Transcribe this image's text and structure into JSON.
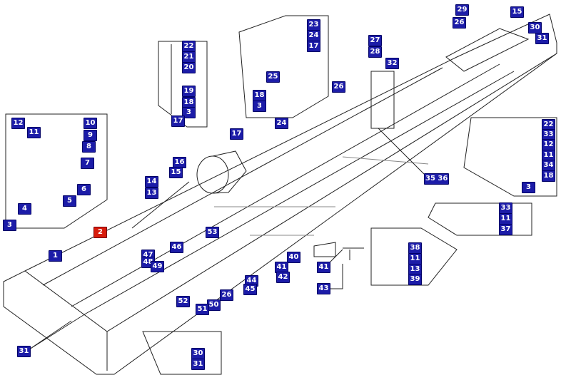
{
  "colors": {
    "label_bg": "#1c1ca8",
    "highlight_bg": "#d81c0c",
    "line": "#222222"
  },
  "highlighted_part": "2",
  "labels": [
    "29",
    "15",
    "26",
    "30",
    "31",
    "23",
    "24",
    "17",
    "27",
    "28",
    "22",
    "21",
    "20",
    "19",
    "18",
    "3",
    "17",
    "32",
    "25",
    "18",
    "3",
    "26",
    "24",
    "12",
    "11",
    "10",
    "9",
    "8",
    "7",
    "6",
    "5",
    "4",
    "3",
    "17",
    "22",
    "33",
    "12",
    "11",
    "34",
    "18",
    "3",
    "16",
    "15",
    "14",
    "13",
    "35 36",
    "33",
    "11",
    "37",
    "2",
    "53",
    "1",
    "47",
    "48",
    "49",
    "46",
    "38",
    "11",
    "13",
    "39",
    "40",
    "41",
    "42",
    "44",
    "45",
    "41",
    "43",
    "26",
    "52",
    "50",
    "51",
    "31",
    "30",
    "31"
  ]
}
